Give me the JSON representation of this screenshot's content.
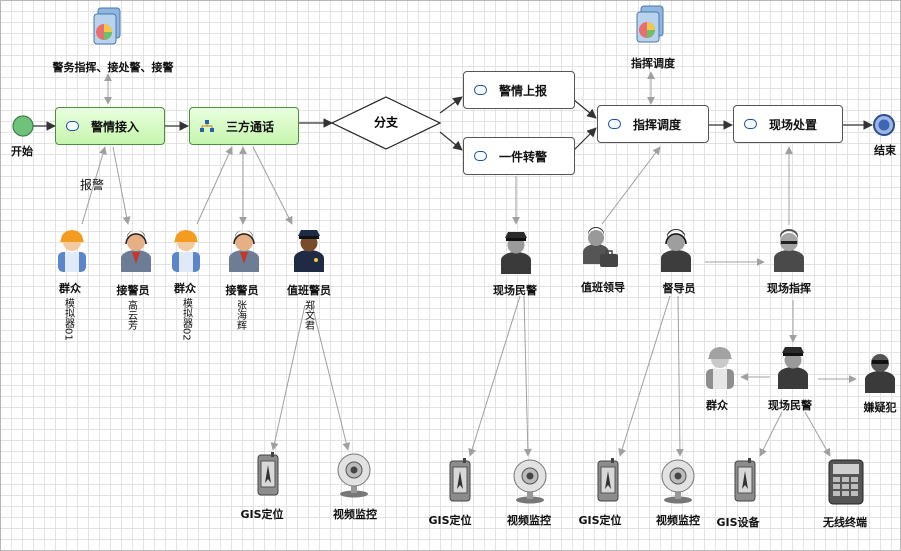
{
  "top_labels": {
    "police_command": "警务指挥、接处警、接警",
    "dispatch_center": "指挥调度"
  },
  "events": {
    "start": "开始",
    "end": "结束"
  },
  "tasks": {
    "incident_intake": "警情接入",
    "three_way_call": "三方通话",
    "report_up": "警情上报",
    "one_click_transfer": "一件转警",
    "command_dispatch": "指挥调度",
    "onsite_handling": "现场处置"
  },
  "gateway": {
    "label": "分支"
  },
  "edge_labels": {
    "report_alarm": "报警"
  },
  "actors": [
    {
      "id": "public1",
      "role": "群众",
      "name": "模拟器01"
    },
    {
      "id": "operator1",
      "role": "接警员",
      "name": "高云芳"
    },
    {
      "id": "public2",
      "role": "群众",
      "name": "模拟器02"
    },
    {
      "id": "operator2",
      "role": "接警员",
      "name": "张海辉"
    },
    {
      "id": "duty_officer",
      "role": "值班警员",
      "name": "郑文君"
    },
    {
      "id": "field_officer1",
      "role": "现场民警"
    },
    {
      "id": "duty_leader",
      "role": "值班领导"
    },
    {
      "id": "supervisor",
      "role": "督导员"
    },
    {
      "id": "field_command",
      "role": "现场指挥"
    },
    {
      "id": "public3",
      "role": "群众"
    },
    {
      "id": "field_officer2",
      "role": "现场民警"
    },
    {
      "id": "suspect",
      "role": "嫌疑犯"
    }
  ],
  "devices": [
    {
      "id": "gis1",
      "label": "GIS定位",
      "icon": "gis-device-icon"
    },
    {
      "id": "video1",
      "label": "视频监控",
      "icon": "webcam-icon"
    },
    {
      "id": "gis2",
      "label": "GIS定位",
      "icon": "gis-device-icon"
    },
    {
      "id": "video2",
      "label": "视频监控",
      "icon": "webcam-icon"
    },
    {
      "id": "gis3",
      "label": "GIS定位",
      "icon": "gis-device-icon"
    },
    {
      "id": "video3",
      "label": "视频监控",
      "icon": "webcam-icon"
    },
    {
      "id": "gis4",
      "label": "GIS设备",
      "icon": "gis-device-icon"
    },
    {
      "id": "terminal",
      "label": "无线终端",
      "icon": "wireless-terminal-icon"
    }
  ],
  "colors": {
    "task_green": "#c6f5ad",
    "start_event": "#6ec27a",
    "end_event": "#3d67b5",
    "arrow": "#999999",
    "flow": "#333333"
  }
}
